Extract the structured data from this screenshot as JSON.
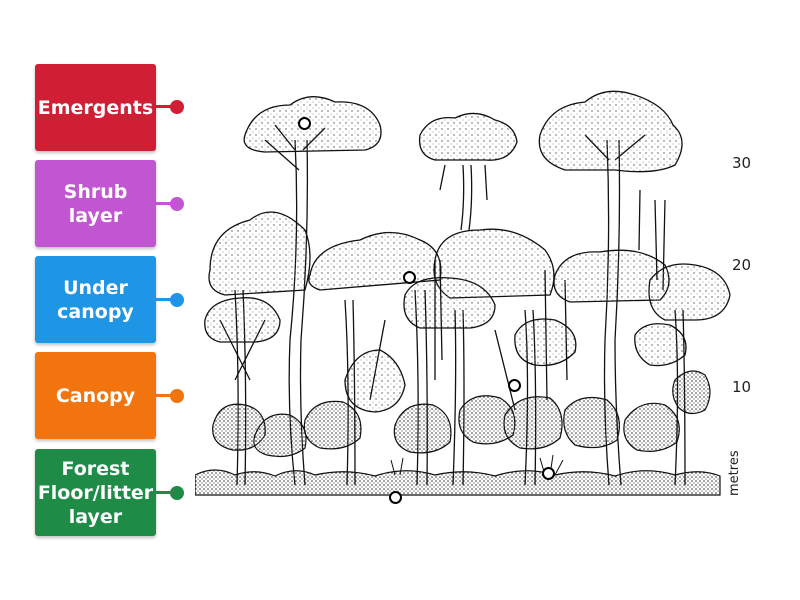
{
  "labels": [
    {
      "text": "Emergents",
      "color": "#d01f35",
      "knob_color": "#d01f35"
    },
    {
      "text": "Shrub\nlayer",
      "color": "#c256d2",
      "knob_color": "#c256d2"
    },
    {
      "text": "Under\ncanopy",
      "color": "#1f95e6",
      "knob_color": "#1f95e6"
    },
    {
      "text": "Canopy",
      "color": "#f2740f",
      "knob_color": "#f2740f"
    },
    {
      "text": "Forest\nFloor/litter\nlayer",
      "color": "#1e8c47",
      "knob_color": "#1e8c47"
    }
  ],
  "scale": {
    "ticks": [
      "30",
      "20",
      "10"
    ],
    "unit": "metres"
  }
}
